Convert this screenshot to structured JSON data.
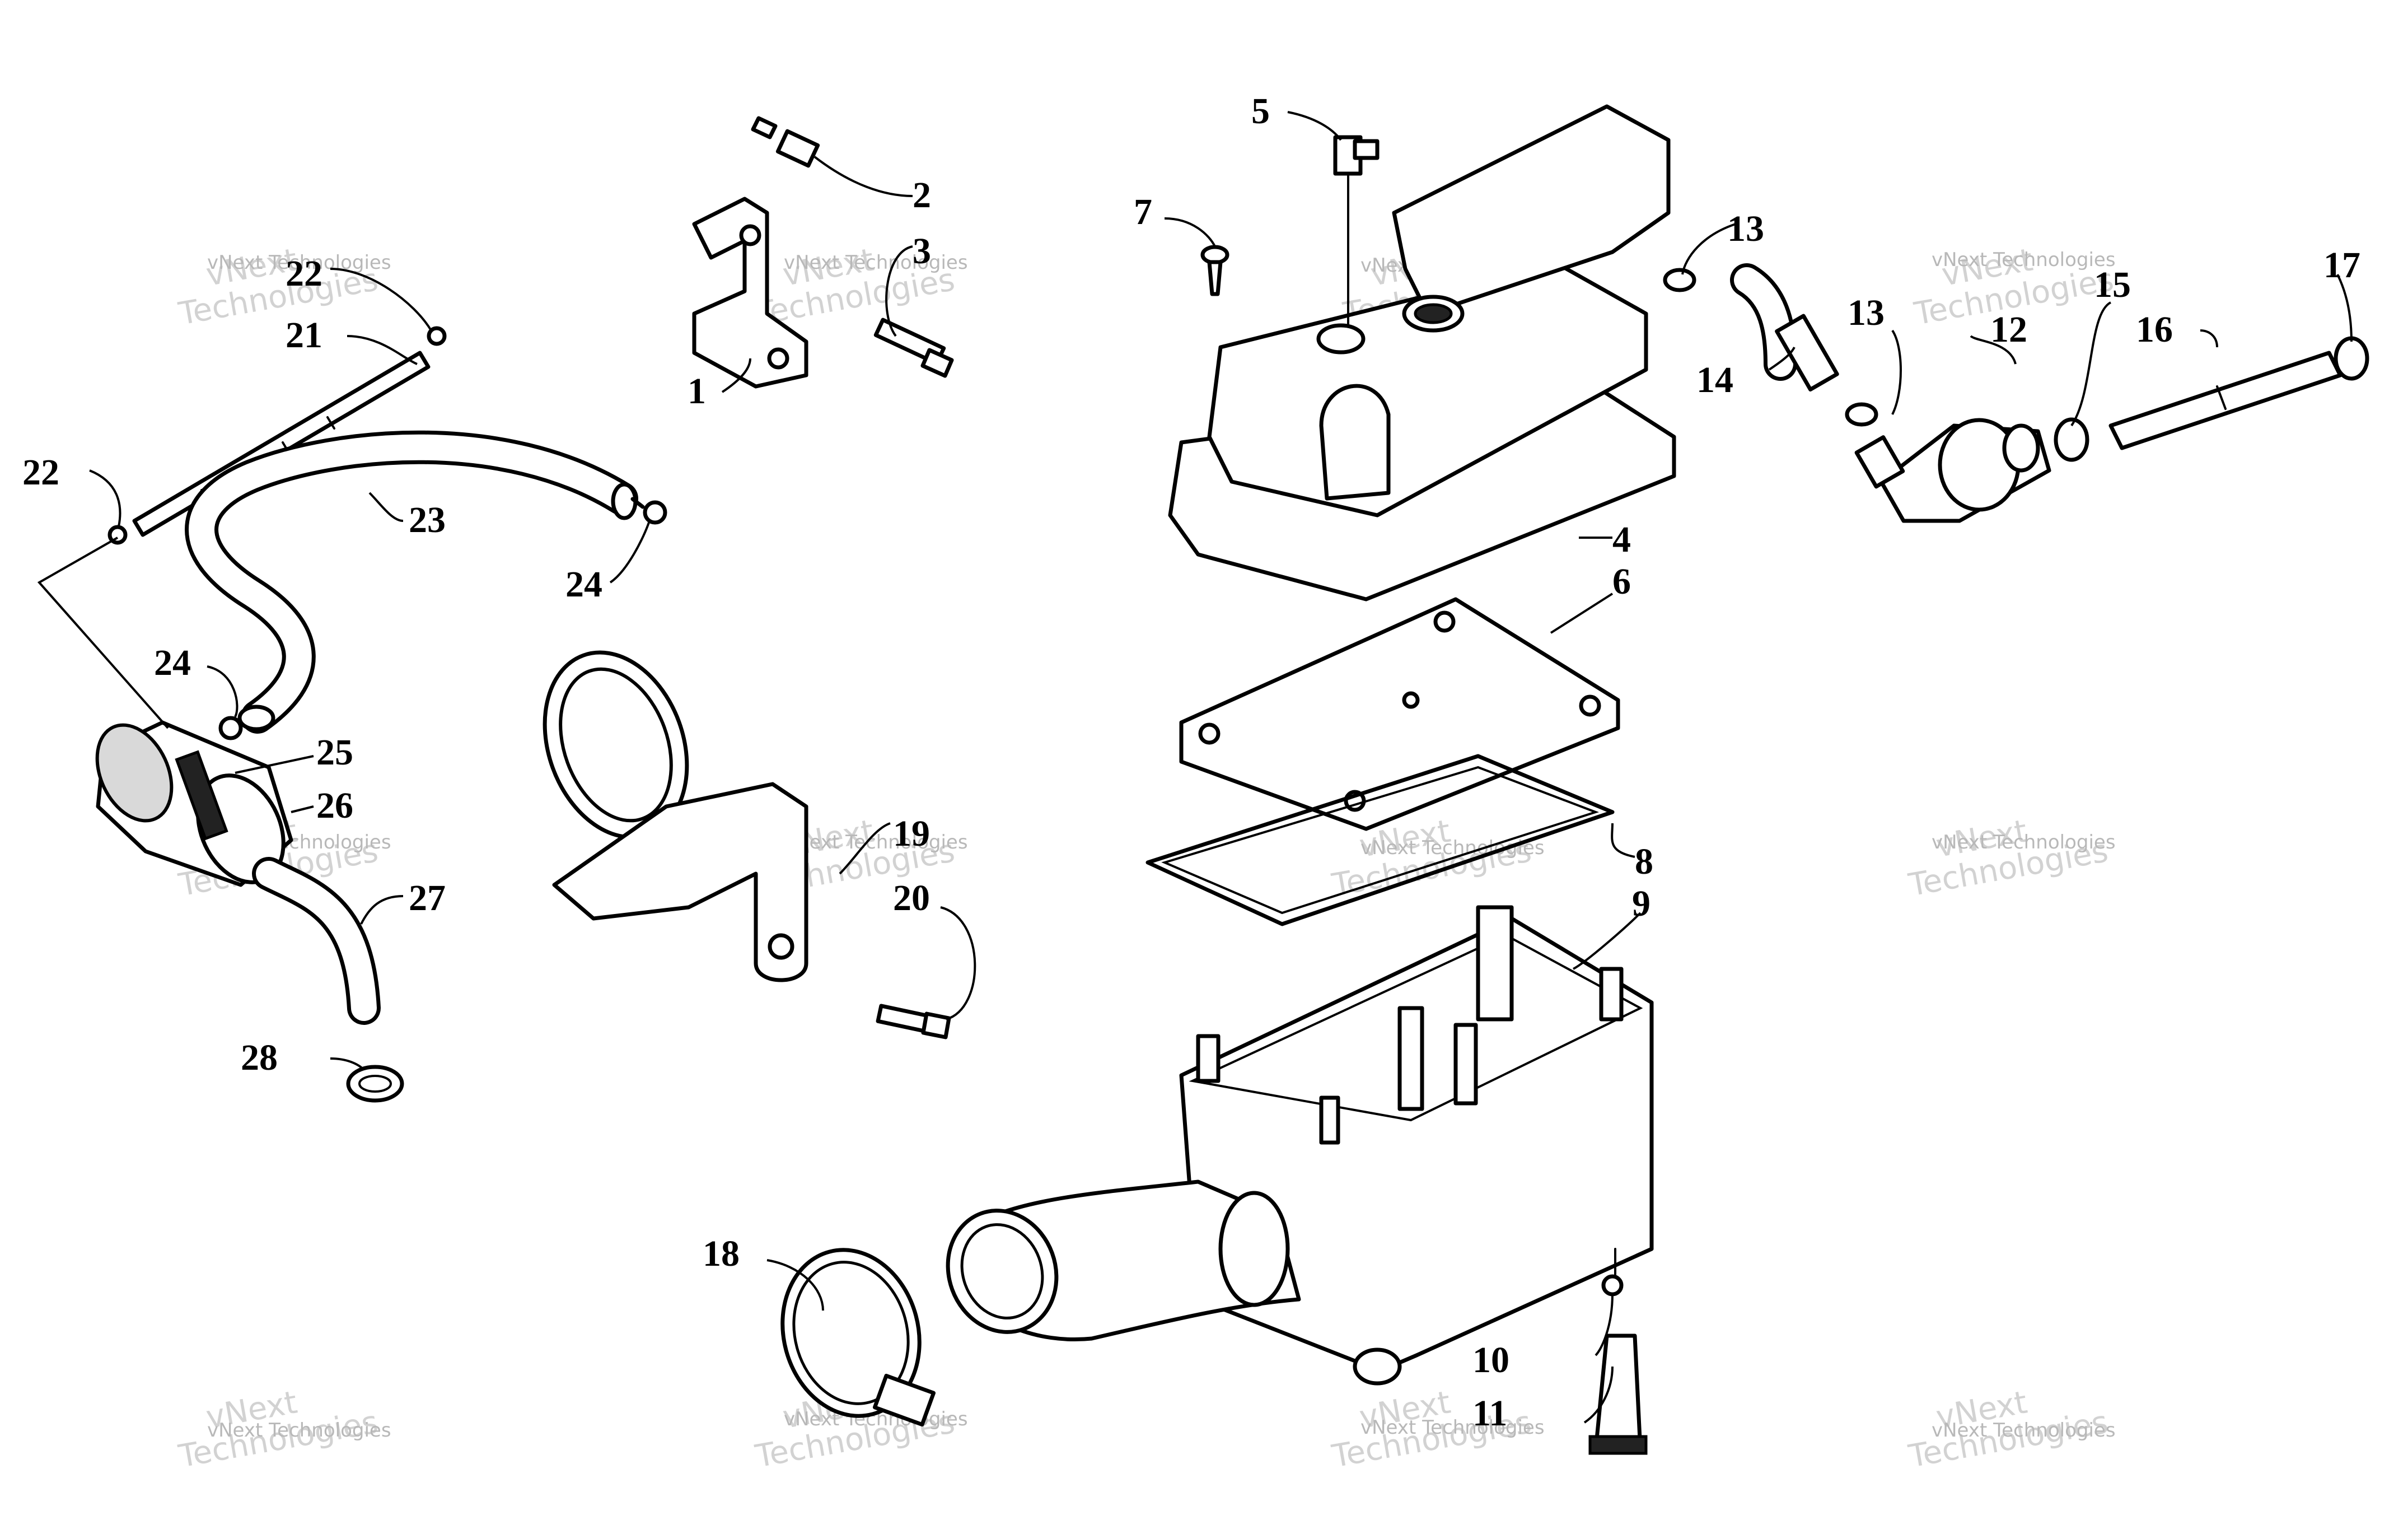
{
  "diagram": {
    "type": "exploded parts diagram",
    "callouts": [
      {
        "id": "c1",
        "label": "1"
      },
      {
        "id": "c2",
        "label": "2"
      },
      {
        "id": "c3",
        "label": "3"
      },
      {
        "id": "c4",
        "label": "4"
      },
      {
        "id": "c5",
        "label": "5"
      },
      {
        "id": "c6",
        "label": "6"
      },
      {
        "id": "c7",
        "label": "7"
      },
      {
        "id": "c8",
        "label": "8"
      },
      {
        "id": "c9",
        "label": "9"
      },
      {
        "id": "c10",
        "label": "10"
      },
      {
        "id": "c11",
        "label": "11"
      },
      {
        "id": "c12",
        "label": "12"
      },
      {
        "id": "c13a",
        "label": "13"
      },
      {
        "id": "c13b",
        "label": "13"
      },
      {
        "id": "c14",
        "label": "14"
      },
      {
        "id": "c15",
        "label": "15"
      },
      {
        "id": "c16",
        "label": "16"
      },
      {
        "id": "c17",
        "label": "17"
      },
      {
        "id": "c18",
        "label": "18"
      },
      {
        "id": "c19",
        "label": "19"
      },
      {
        "id": "c20",
        "label": "20"
      },
      {
        "id": "c21",
        "label": "21"
      },
      {
        "id": "c22a",
        "label": "22"
      },
      {
        "id": "c22b",
        "label": "22"
      },
      {
        "id": "c23",
        "label": "23"
      },
      {
        "id": "c24a",
        "label": "24"
      },
      {
        "id": "c24b",
        "label": "24"
      },
      {
        "id": "c25",
        "label": "25"
      },
      {
        "id": "c26",
        "label": "26"
      },
      {
        "id": "c27",
        "label": "27"
      },
      {
        "id": "c28",
        "label": "28"
      }
    ]
  },
  "watermark": {
    "line1": "vNext",
    "line2": "Technologies",
    "full": "vNext Technologies"
  }
}
